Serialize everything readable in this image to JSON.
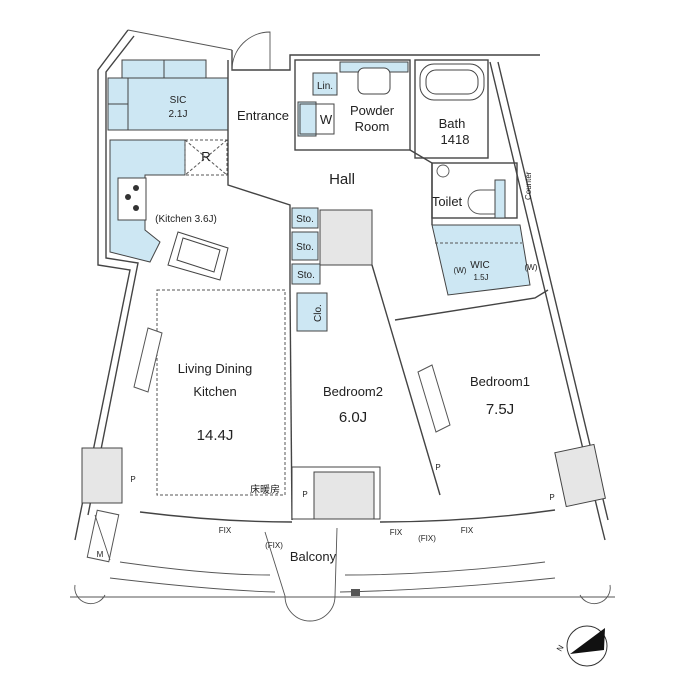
{
  "rooms": {
    "sic": {
      "name": "SIC",
      "size": "2.1J"
    },
    "entrance": "Entrance",
    "powder_room": {
      "line1": "Powder",
      "line2": "Room"
    },
    "linen": "Lin.",
    "washer": "W",
    "bath": {
      "name": "Bath",
      "size": "1418"
    },
    "refrigerator": "R",
    "hall": "Hall",
    "toilet": "Toilet",
    "counter": "Counter",
    "kitchen": "(Kitchen 3.6J)",
    "storage": [
      "Sto.",
      "Sto.",
      "Sto."
    ],
    "closet": "Clo.",
    "wic": {
      "name": "WIC",
      "size": "1.5J",
      "w_left": "(W)",
      "w_right": "(W)"
    },
    "ldk": {
      "line1": "Living Dining",
      "line2": "Kitchen",
      "size": "14.4J"
    },
    "bedroom2": {
      "name": "Bedroom2",
      "size": "6.0J"
    },
    "bedroom1": {
      "name": "Bedroom1",
      "size": "7.5J"
    },
    "floor_heating": "床暖房",
    "balcony": "Balcony",
    "meter": "M",
    "pipe": "P"
  },
  "windows": {
    "fix": "FIX",
    "fix_paren": "(FIX)"
  },
  "compass": {
    "label": "N"
  }
}
